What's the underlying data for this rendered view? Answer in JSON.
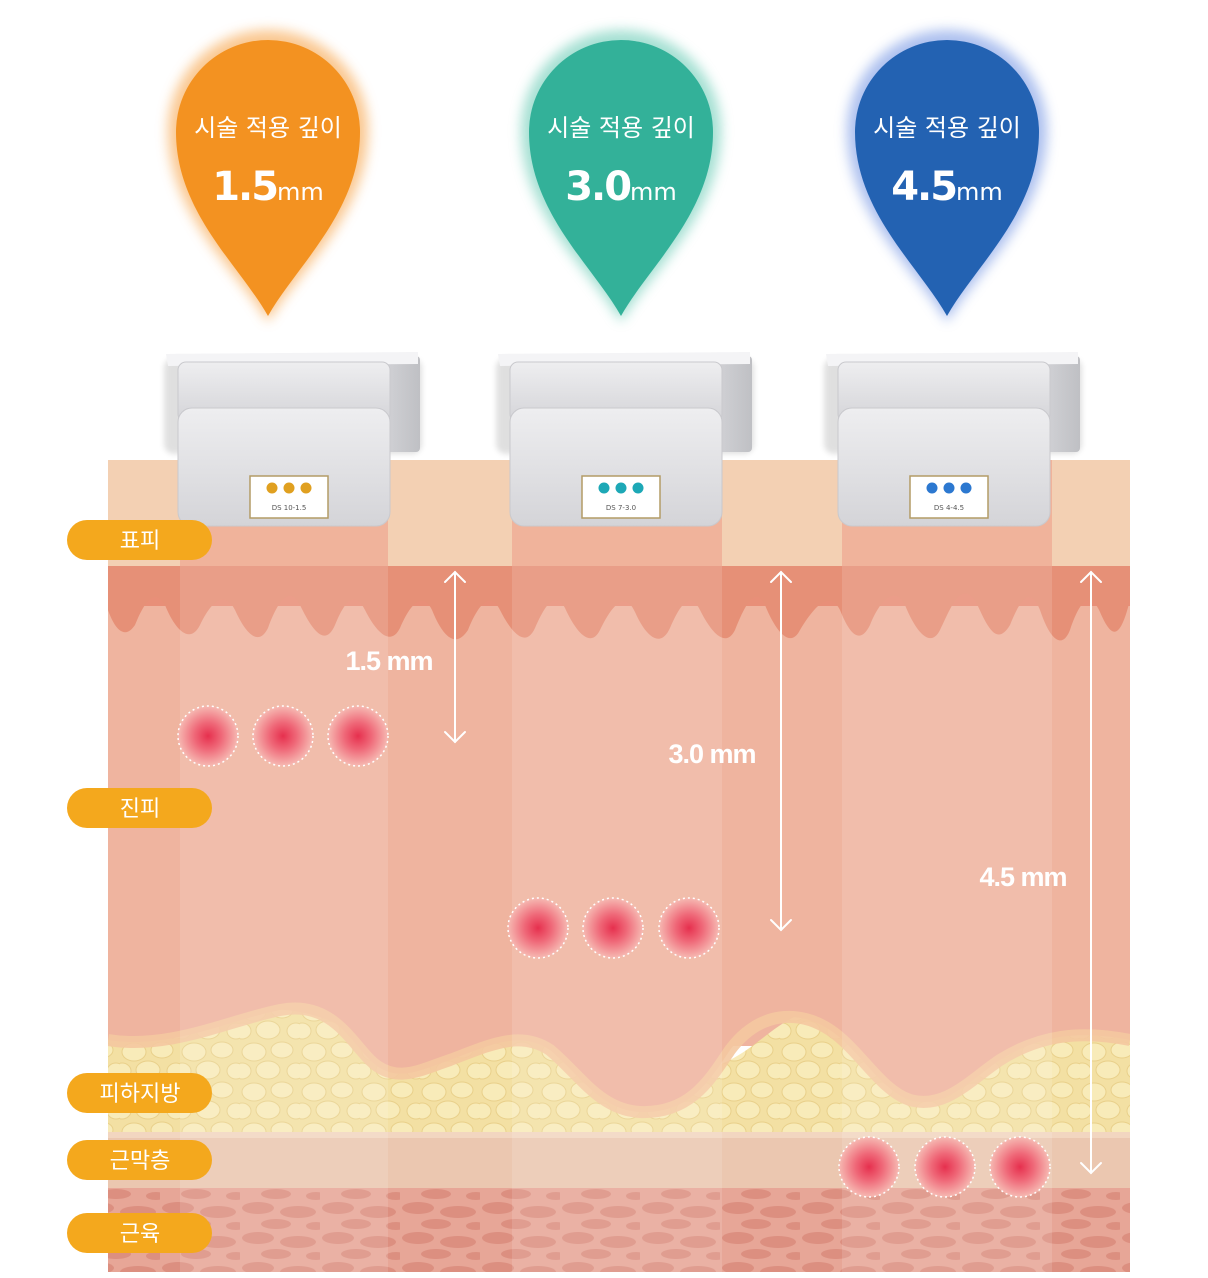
{
  "pins": [
    {
      "label": "시술 적용 깊이",
      "value": "1.5",
      "unit": "mm",
      "color": "#f39221"
    },
    {
      "label": "시술 적용 깊이",
      "value": "3.0",
      "unit": "mm",
      "color": "#33b199"
    },
    {
      "label": "시술 적용 깊이",
      "value": "4.5",
      "unit": "mm",
      "color": "#2362b2"
    }
  ],
  "cartridges": [
    {
      "code": "DS 10-1.5",
      "dot_color": "#e0a020"
    },
    {
      "code": "DS 7-3.0",
      "dot_color": "#1da8b6"
    },
    {
      "code": "DS 4-4.5",
      "dot_color": "#2c78d0"
    }
  ],
  "depth_labels": [
    "1.5 mm",
    "3.0 mm",
    "4.5 mm"
  ],
  "layers": [
    "표피",
    "진피",
    "피하지방",
    "근막층",
    "근육"
  ],
  "colors": {
    "layer_label_bg": "#f4a81d",
    "epidermis": "#f2c7a8",
    "dermis": "#f0b3a0",
    "fat": "#f3dfa0",
    "fascia": "#e9c2ac",
    "muscle": "#e49d8e",
    "focus_point": "#e8405a"
  }
}
